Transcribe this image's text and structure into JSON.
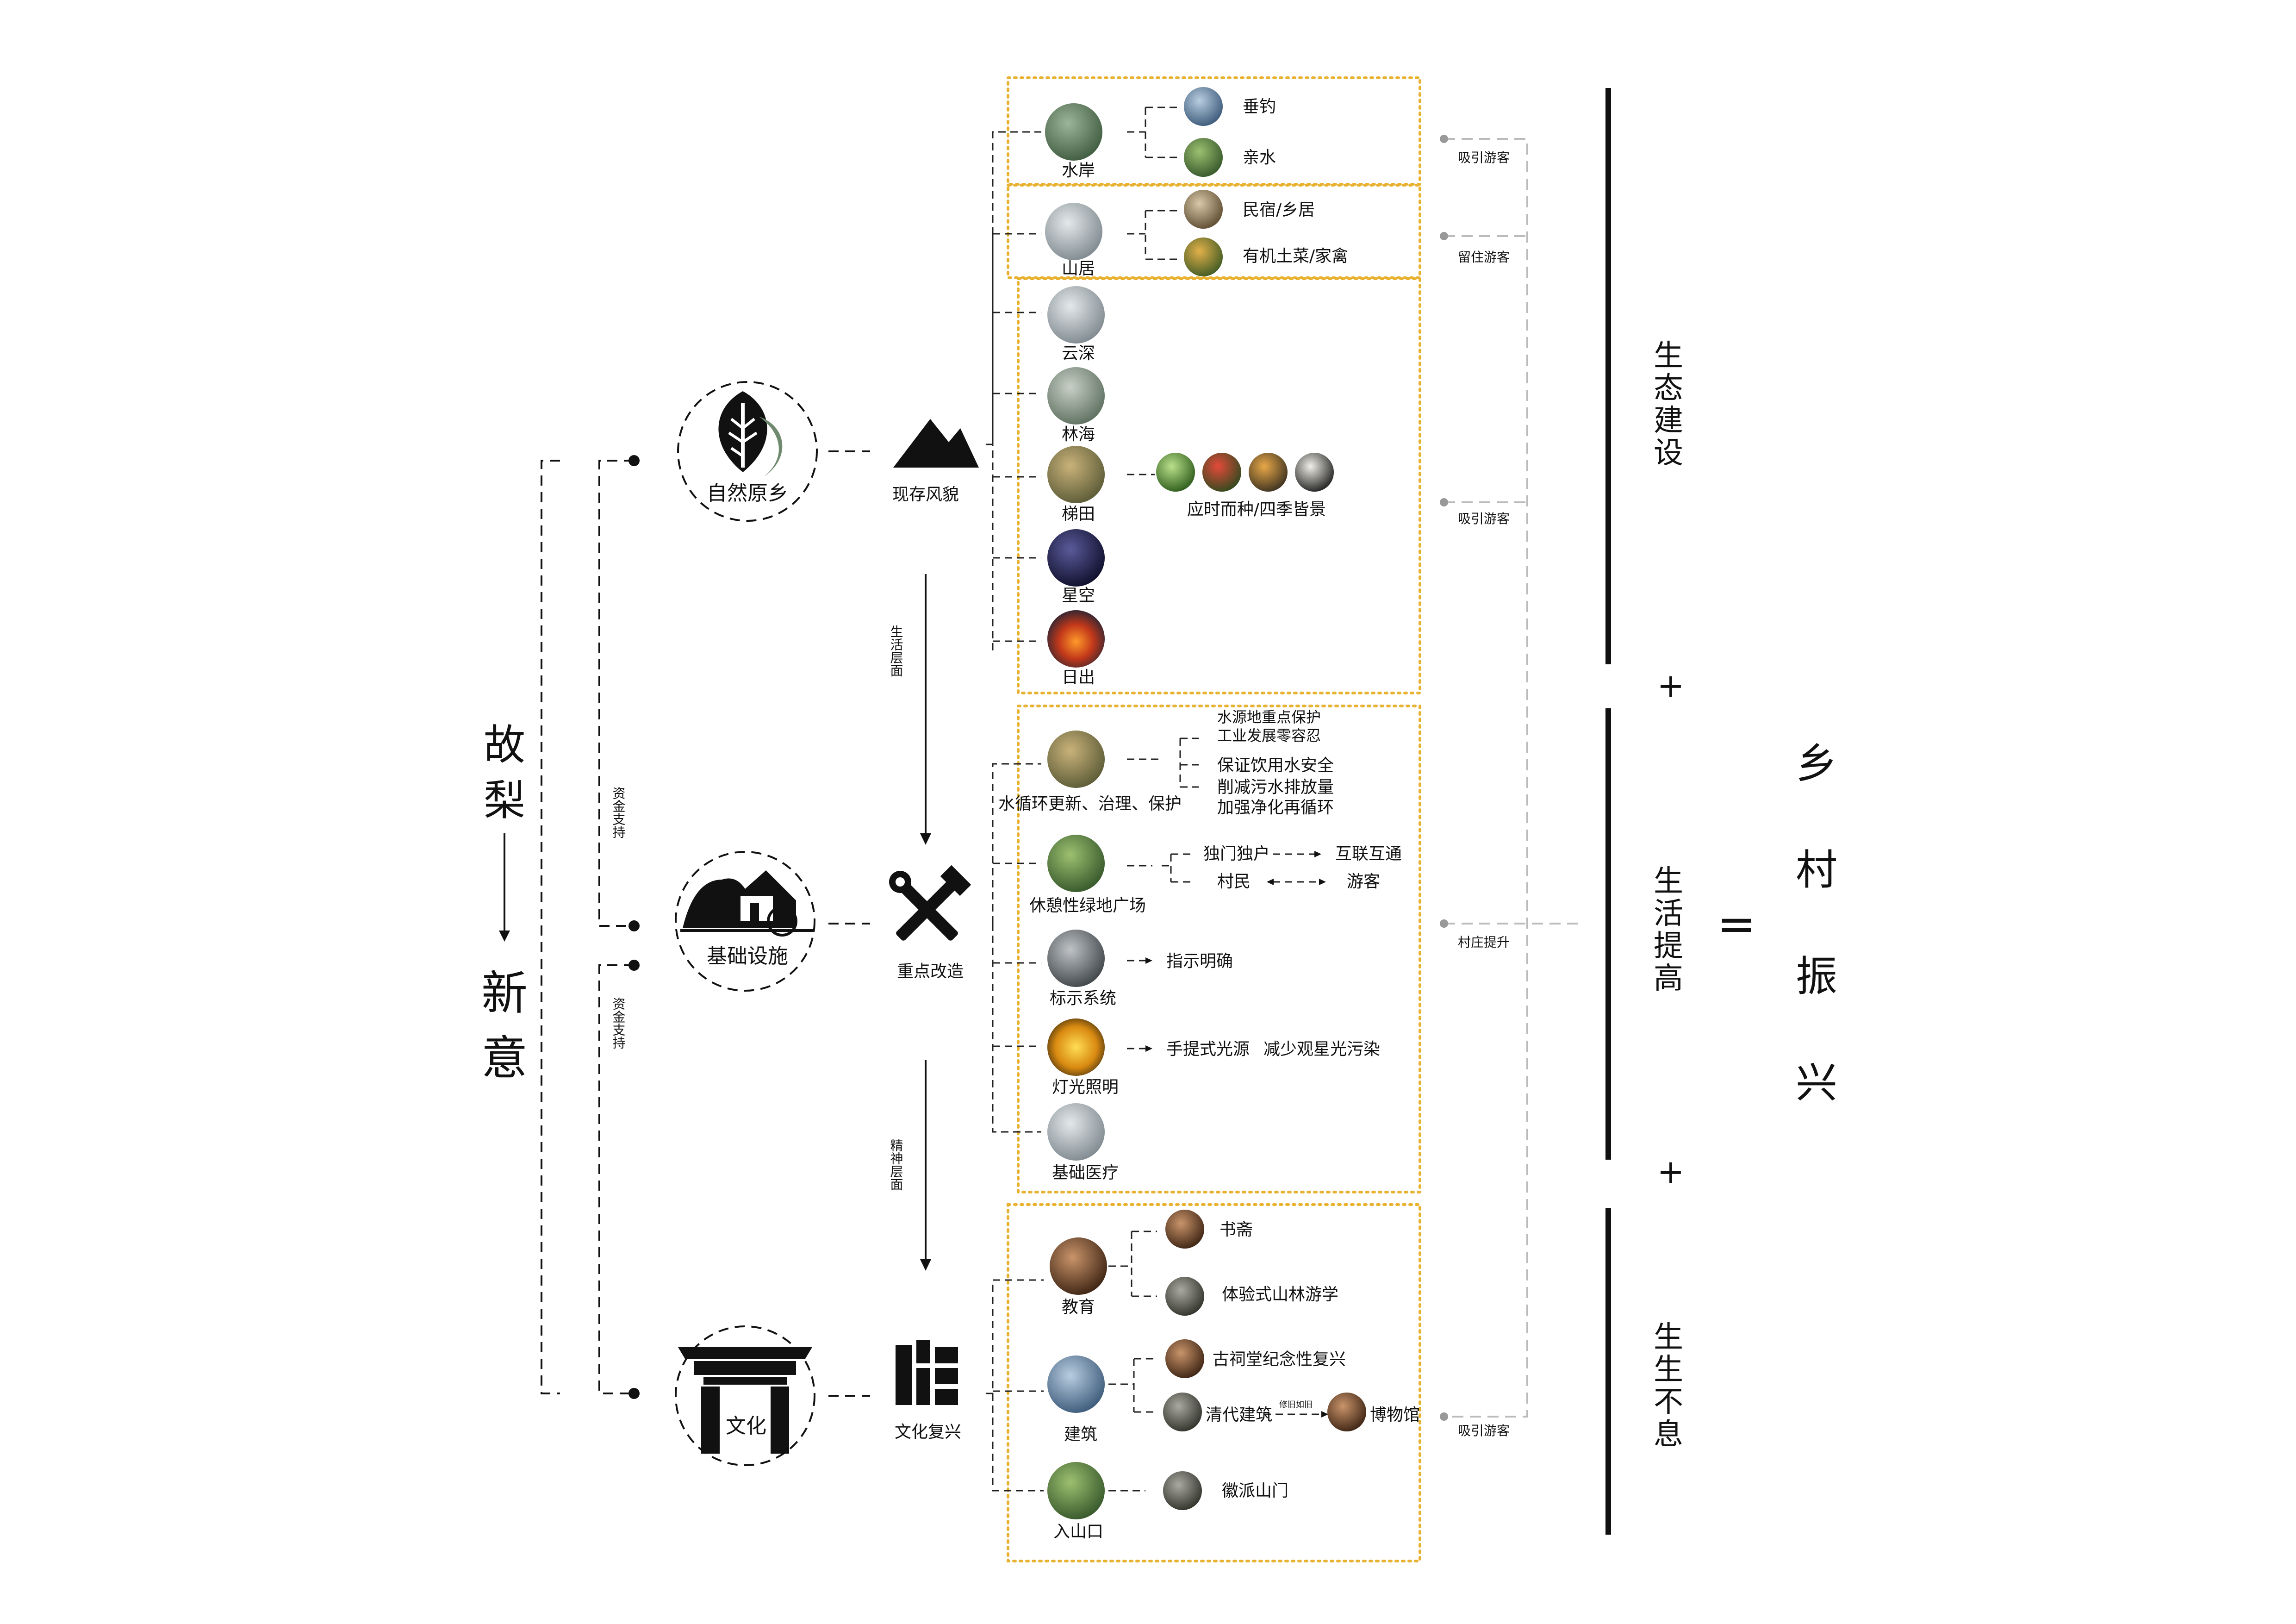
{
  "left": {
    "old_char1": "故",
    "old_char2": "梨",
    "new_char1": "新",
    "new_char2": "意"
  },
  "pillars": {
    "nature": "自然原乡",
    "infra": "基础设施",
    "culture": "文化"
  },
  "funding": {
    "label1": "资金支持",
    "label2": "资金支持"
  },
  "stages": {
    "s1": "现存风貌",
    "s2": "重点改造",
    "s3": "文化复兴",
    "a1": "生活层面",
    "a2": "精神层面"
  },
  "nature_items": {
    "shuian": "水岸",
    "chuidiao": "垂钓",
    "qinshui": "亲水",
    "shanju": "山居",
    "minsu": "民宿/乡居",
    "youji": "有机土菜/家禽",
    "yunshen": "云深",
    "linhai": "林海",
    "titian": "梯田",
    "yingshi": "应时而种/四季皆景",
    "xingkong": "星空",
    "richu": "日出"
  },
  "infra_items": {
    "water_cycle": "水循环更新、治理、保护",
    "w1a": "水源地重点保护",
    "w1b": "工业发展零容忍",
    "w2": "保证饮用水安全",
    "w3": "削减污水排放量",
    "w4": "加强净化再循环",
    "plaza": "休憩性绿地广场",
    "p1": "独门独户",
    "p2": "互联互通",
    "p3": "村民",
    "p4": "游客",
    "sign": "标示系统",
    "sign_d": "指示明确",
    "light": "灯光照明",
    "light_d1": "手提式光源",
    "light_d2": "减少观星光污染",
    "medical": "基础医疗"
  },
  "culture_items": {
    "edu": "教育",
    "shuzhai": "书斋",
    "tiyan": "体验式山林游学",
    "arch": "建筑",
    "citang": "古祠堂纪念性复兴",
    "qingdai": "清代建筑",
    "xiujiu": "修旧如旧",
    "museum": "博物馆",
    "entrance": "入山口",
    "huipai": "徽派山门"
  },
  "effects": {
    "e1": "吸引游客",
    "e2": "留住游客",
    "e3": "吸引游客",
    "e4": "村庄提升",
    "e5": "吸引游客"
  },
  "summary": {
    "eco": [
      "生",
      "态",
      "建",
      "设"
    ],
    "life": [
      "生",
      "活",
      "提",
      "高"
    ],
    "sheng": [
      "生",
      "生",
      "不",
      "息"
    ],
    "plus": "+",
    "equals": "=",
    "result": [
      "乡",
      "村",
      "振",
      "兴"
    ]
  },
  "colors": {
    "box_border": "#e8b230",
    "gray_line": "#bbbbbb",
    "ink": "#111111"
  }
}
